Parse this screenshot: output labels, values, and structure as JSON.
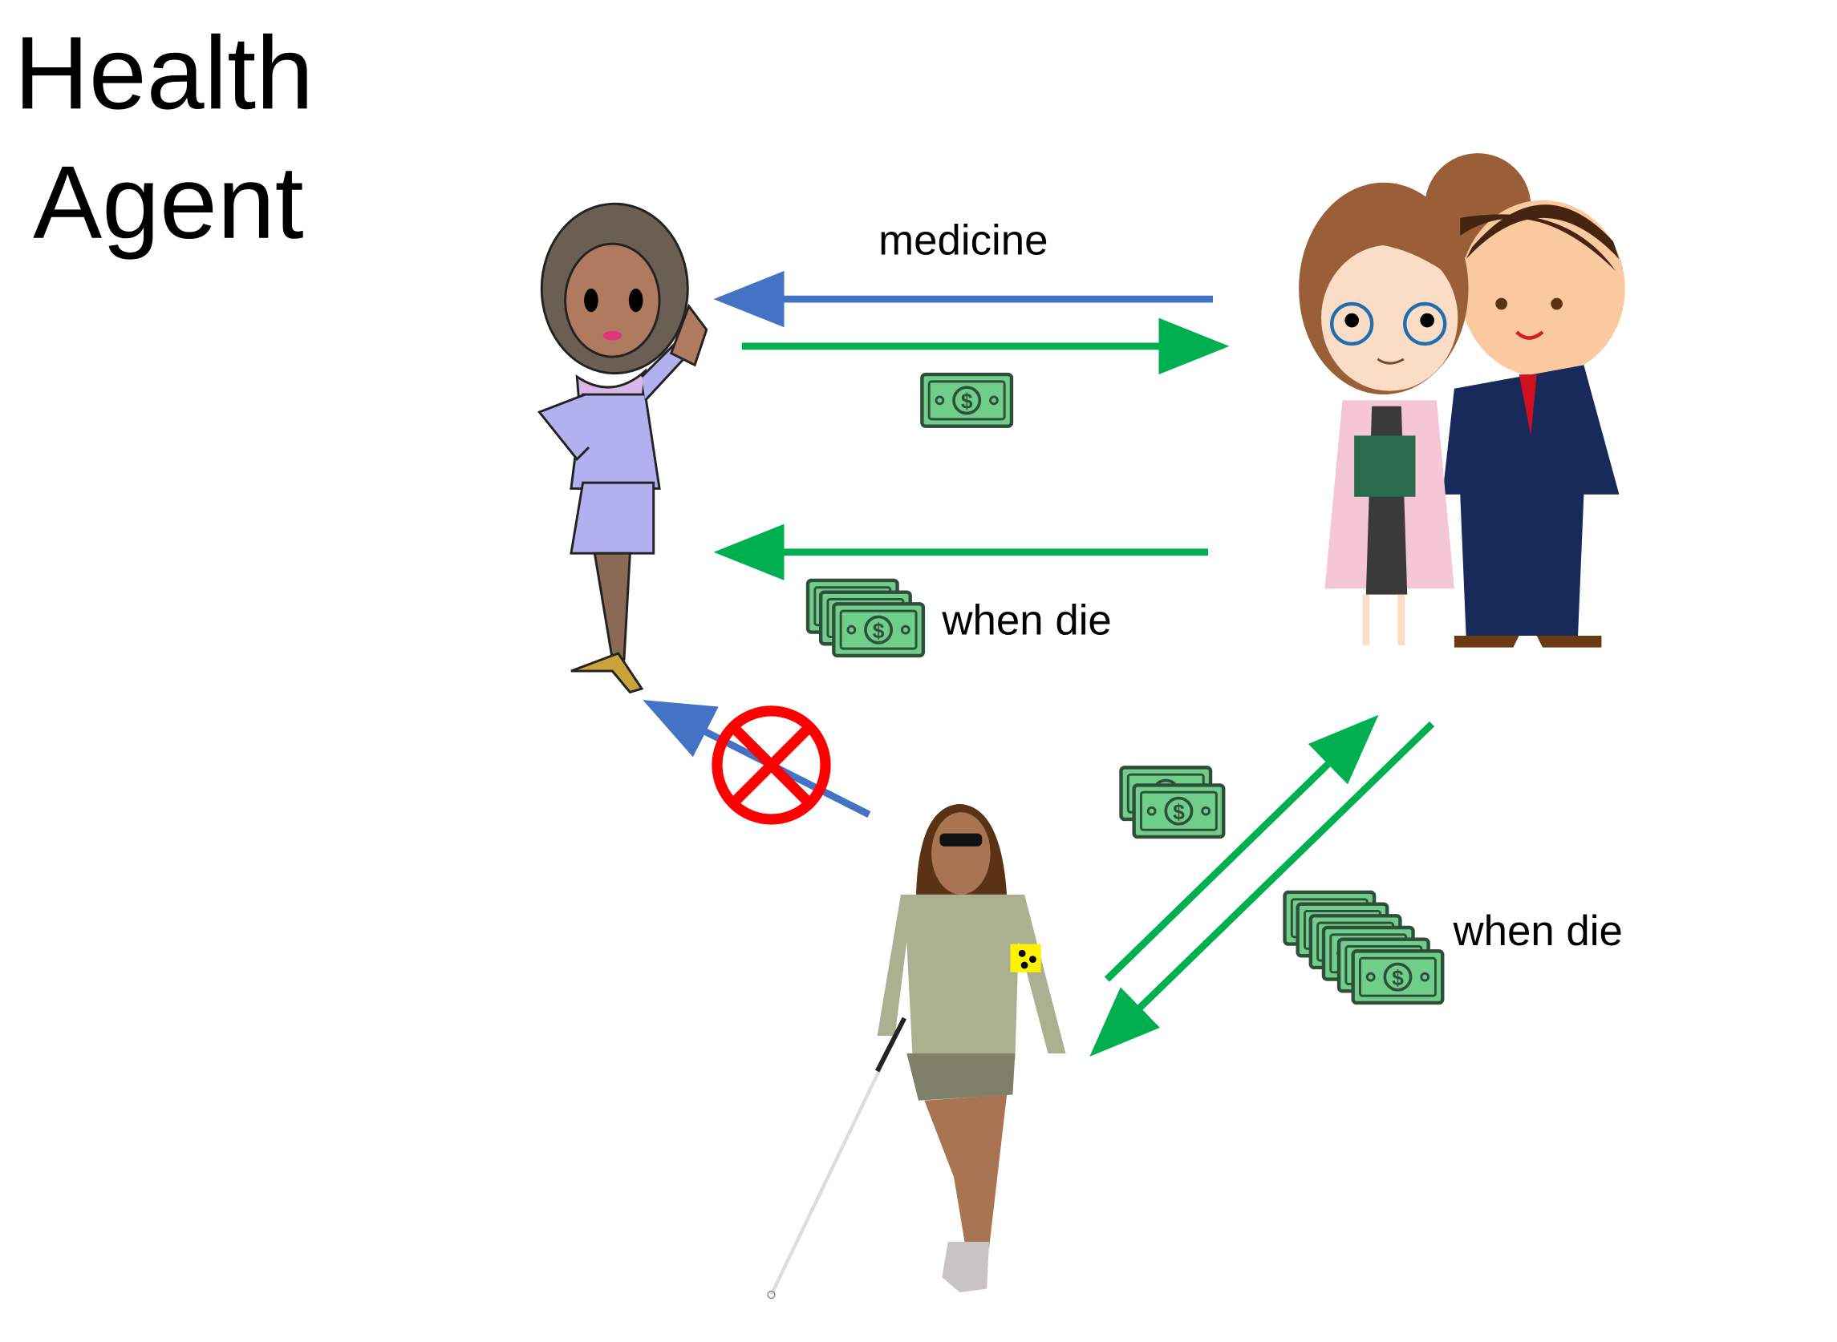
{
  "title": {
    "line1": "Health",
    "line2": "Agent"
  },
  "labels": {
    "medicine": "medicine",
    "when_die_1": "when die",
    "when_die_2": "when die"
  },
  "colors": {
    "blue_arrow": "#4472C4",
    "green_arrow": "#00B050",
    "money": "#6FCF8A",
    "money_stroke": "#2F4F3A",
    "prohibit": "#FF0000"
  },
  "icons": [
    "agent-woman-icon",
    "couple-icon",
    "blind-woman-icon",
    "money-icon",
    "prohibited-icon"
  ]
}
